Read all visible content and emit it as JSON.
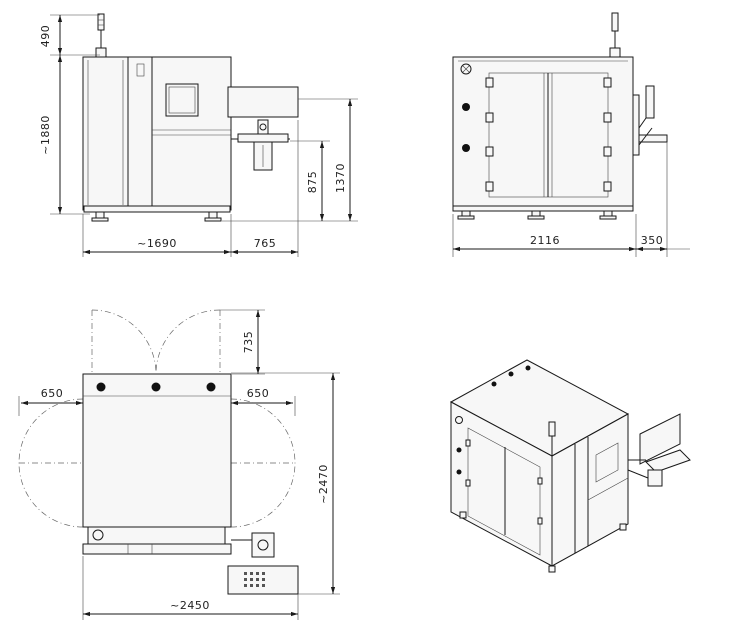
{
  "views": {
    "front": {
      "dims": {
        "top_height": "490",
        "height": "~1880",
        "width": "~1690",
        "arm_reach": "765",
        "table_height": "875",
        "arm_height": "1370"
      }
    },
    "side": {
      "dims": {
        "length": "2116",
        "arm_depth": "350"
      }
    },
    "top": {
      "dims": {
        "door_swing_top": "735",
        "door_swing_left": "650",
        "door_swing_right": "650",
        "depth": "~2470",
        "width": "~2450"
      }
    },
    "iso": {}
  }
}
